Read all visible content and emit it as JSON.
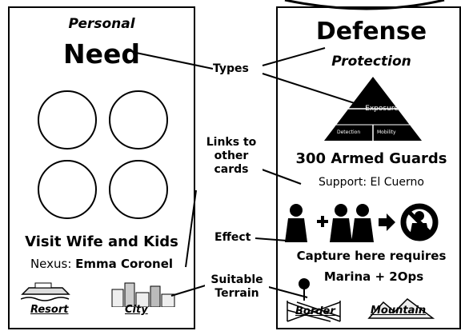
{
  "left_card": {
    "subtitle": "Personal",
    "title": "Need",
    "name": "Visit Wife and Kids",
    "nexus_label": "Nexus:",
    "nexus_value": "Emma Coronel",
    "terrain": [
      "Resort",
      "City"
    ]
  },
  "right_card": {
    "title": "Defense",
    "subtitle": "Protection",
    "pyramid": {
      "top": "Exposure",
      "bottom_left": "Detection",
      "bottom_right": "Mobility"
    },
    "name": "300 Armed Guards",
    "support_label": "Support:",
    "support_value": "El Cuerno",
    "effect_text_1": "Capture here requires",
    "effect_text_2": "Marina + 2Ops",
    "terrain": [
      "Border",
      "Mountain"
    ]
  },
  "callouts": {
    "types": "Types",
    "links_line1": "Links to",
    "links_line2": "other",
    "links_line3": "cards",
    "effect": "Effect",
    "terrain_line1": "Suitable",
    "terrain_line2": "Terrain"
  },
  "icons": [
    "empty-slot-circle",
    "person-token",
    "plus-icon",
    "arrow-icon",
    "no-entry-icon",
    "resort-icon",
    "city-icon",
    "border-fence-icon",
    "mountain-icon"
  ]
}
